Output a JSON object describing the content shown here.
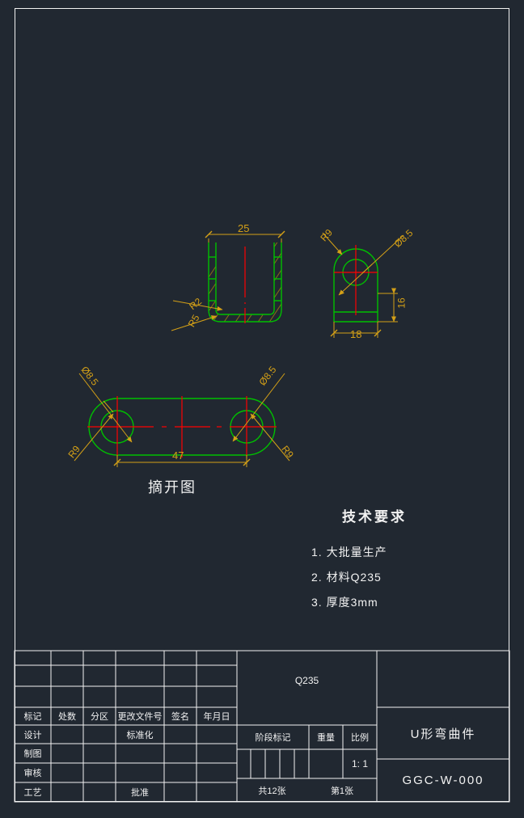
{
  "drawing": {
    "background_color": "#212831",
    "frame_color": "#f2f2f2",
    "outline_color": "#00c000",
    "dimension_color": "#d4a017",
    "centerline_color": "#ff0000",
    "hatch_color": "#8a7216"
  },
  "views": {
    "section": {
      "name": "U-section front view",
      "dims": {
        "width": "25",
        "inner_radius": "R2",
        "outer_radius": "R5"
      }
    },
    "side": {
      "name": "side view",
      "dims": {
        "height": "16",
        "width": "18",
        "hole": "Ø8.5",
        "radius": "R9"
      }
    },
    "flat": {
      "name": "flat pattern",
      "title": "摘开图",
      "dims": {
        "length": "47",
        "hole_left": "Ø8.5",
        "hole_right": "Ø8.5",
        "radius_left": "R9",
        "radius_right": "R9"
      }
    }
  },
  "tech_notes": {
    "title": "技术要求",
    "items": [
      "1. 大批量生产",
      "2. 材料Q235",
      "3. 厚度3mm"
    ]
  },
  "title_block": {
    "change_header": [
      "标记",
      "处数",
      "分区",
      "更改文件号",
      "签名",
      "年月日"
    ],
    "roles": [
      "设计",
      "制图",
      "审核",
      "工艺"
    ],
    "approvals": {
      "standardize": "标准化",
      "approve": "批准"
    },
    "material": "Q235",
    "stage_label": "阶段标记",
    "weight_label": "重量",
    "scale_label": "比例",
    "scale_value": "1: 1",
    "sheets_total": "共12张",
    "sheet_index": "第1张",
    "part_name": "U形弯曲件",
    "drawing_number": "GGC-W-000"
  }
}
